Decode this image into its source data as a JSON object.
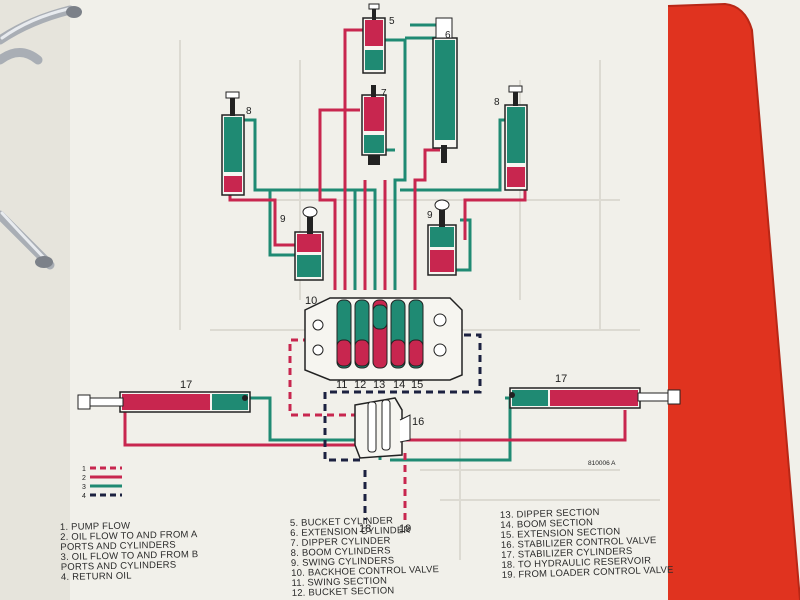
{
  "diagram": {
    "ref_code": "810006 A",
    "callouts": {
      "c5": "5",
      "c6": "6",
      "c7": "7",
      "c8l": "8",
      "c8r": "8",
      "c9l": "9",
      "c9r": "9",
      "c10": "10",
      "c11": "11",
      "c12": "12",
      "c13": "13",
      "c14": "14",
      "c15": "15",
      "c16": "16",
      "c17l": "17",
      "c17r": "17",
      "c18": "18",
      "c19": "19"
    },
    "line_key": [
      {
        "num": "1",
        "color": "#c8264f",
        "style": "dashed"
      },
      {
        "num": "2",
        "color": "#c8264f",
        "style": "solid"
      },
      {
        "num": "3",
        "color": "#1f8a73",
        "style": "solid"
      },
      {
        "num": "4",
        "color": "#1c2140",
        "style": "dashed"
      }
    ],
    "colors": {
      "pump": "#c8264f",
      "port_a": "#c8264f",
      "port_b": "#1f8a73",
      "return": "#1c2140",
      "paper": "#f1f0ea",
      "tab": "#e0331f"
    }
  },
  "legend": {
    "col1": [
      "1.  PUMP FLOW",
      "2.  OIL FLOW TO AND FROM A",
      "     PORTS AND CYLINDERS",
      "3.  OIL FLOW TO AND FROM B",
      "     PORTS AND CYLINDERS",
      "4.  RETURN OIL"
    ],
    "col2": [
      "5.  BUCKET CYLINDER",
      "6.  EXTENSION CYLINDER",
      "7.  DIPPER CYLINDER",
      "8.  BOOM CYLINDERS",
      "9.  SWING CYLINDERS",
      "10. BACKHOE CONTROL VALVE",
      "11. SWING SECTION",
      "12. BUCKET SECTION"
    ],
    "col3": [
      "13. DIPPER SECTION",
      "14. BOOM SECTION",
      "15. EXTENSION SECTION",
      "16. STABILIZER CONTROL VALVE",
      "17. STABILIZER CYLINDERS",
      "18. TO HYDRAULIC RESERVOIR",
      "19. FROM LOADER CONTROL VALVE"
    ]
  }
}
